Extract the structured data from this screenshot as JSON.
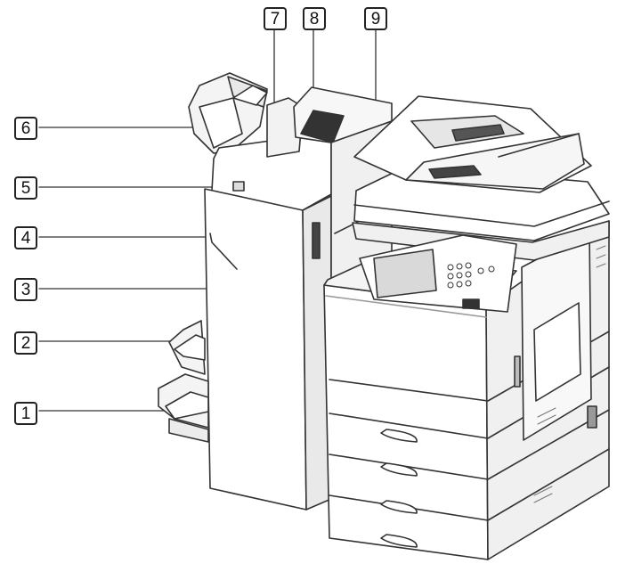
{
  "callouts": [
    {
      "id": "1",
      "label": "1"
    },
    {
      "id": "2",
      "label": "2"
    },
    {
      "id": "3",
      "label": "3"
    },
    {
      "id": "4",
      "label": "4"
    },
    {
      "id": "5",
      "label": "5"
    },
    {
      "id": "6",
      "label": "6"
    },
    {
      "id": "7",
      "label": "7"
    },
    {
      "id": "8",
      "label": "8"
    },
    {
      "id": "9",
      "label": "9"
    }
  ],
  "colors": {
    "outline": "#333333",
    "body": "#ffffff",
    "shade": "#e6e6e6",
    "dark": "#555555",
    "screen": "#d9d9d9"
  }
}
